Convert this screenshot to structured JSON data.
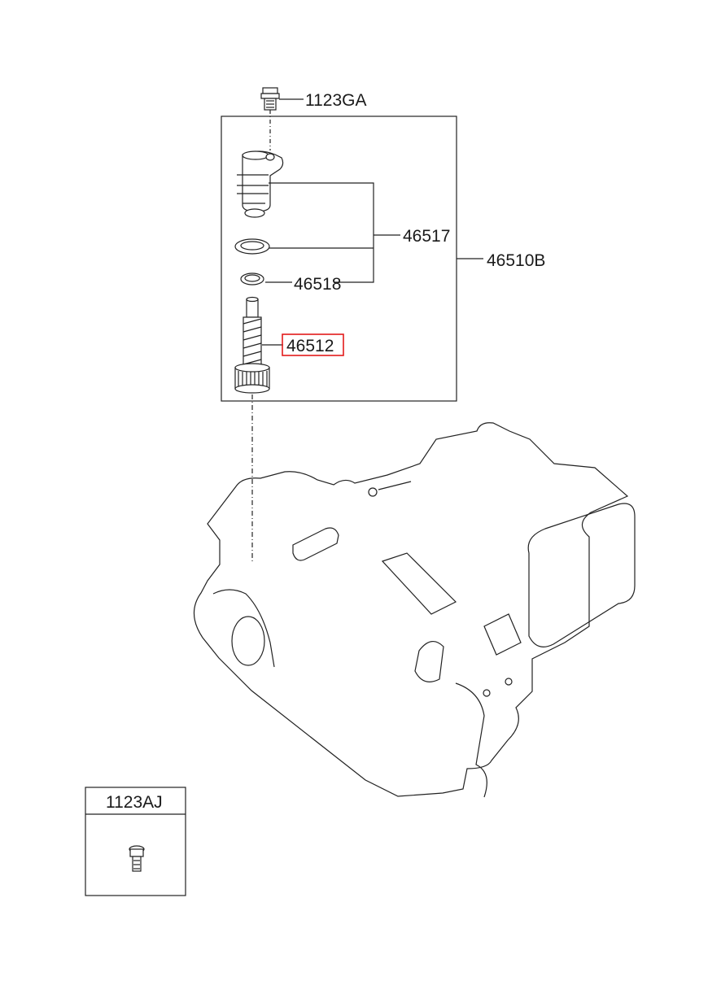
{
  "callouts": {
    "bolt_top": "1123GA",
    "kit_outer": "46510B",
    "driven_gear_kit": "46517",
    "o_ring": "46518",
    "gear_shaft": "46512",
    "legend_bolt": "1123AJ"
  },
  "highlight_color": "#e21b1b",
  "icons": [
    "bolt-icon",
    "speedometer-sensor-icon",
    "o-ring-icon",
    "seal-ring-icon",
    "driven-gear-shaft-icon",
    "transaxle-housing-icon",
    "legend-bolt-icon"
  ]
}
